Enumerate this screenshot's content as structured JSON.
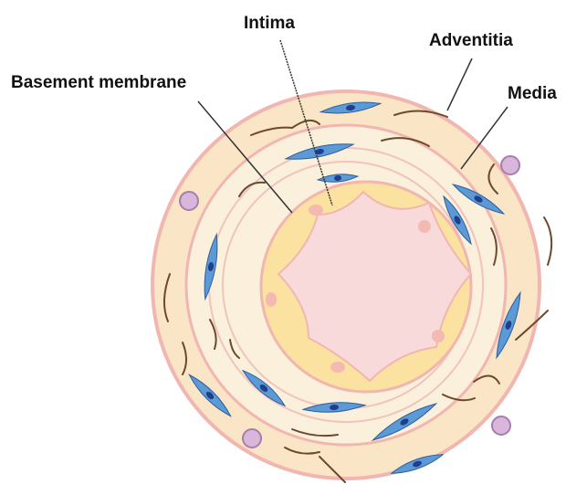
{
  "diagram": {
    "labels": {
      "intima": "Intima",
      "adventitia": "Adventitia",
      "basement_membrane": "Basement membrane",
      "media": "Media"
    },
    "colors": {
      "adventitia_fill": "#fae5c6",
      "boundary_pink": "#f2b6b0",
      "media_fill": "#faf0db",
      "intima_fill": "#fbe2a0",
      "lumen_fill": "#f9dada",
      "nucleus_fill": "#f4b9b1",
      "cell_fill": "#5b9ad6",
      "cell_nucleus": "#1f3f8c",
      "fiber": "#6b4a2c",
      "fibroblast_fill": "#d9b7dc",
      "leader_line": "#333333"
    }
  }
}
